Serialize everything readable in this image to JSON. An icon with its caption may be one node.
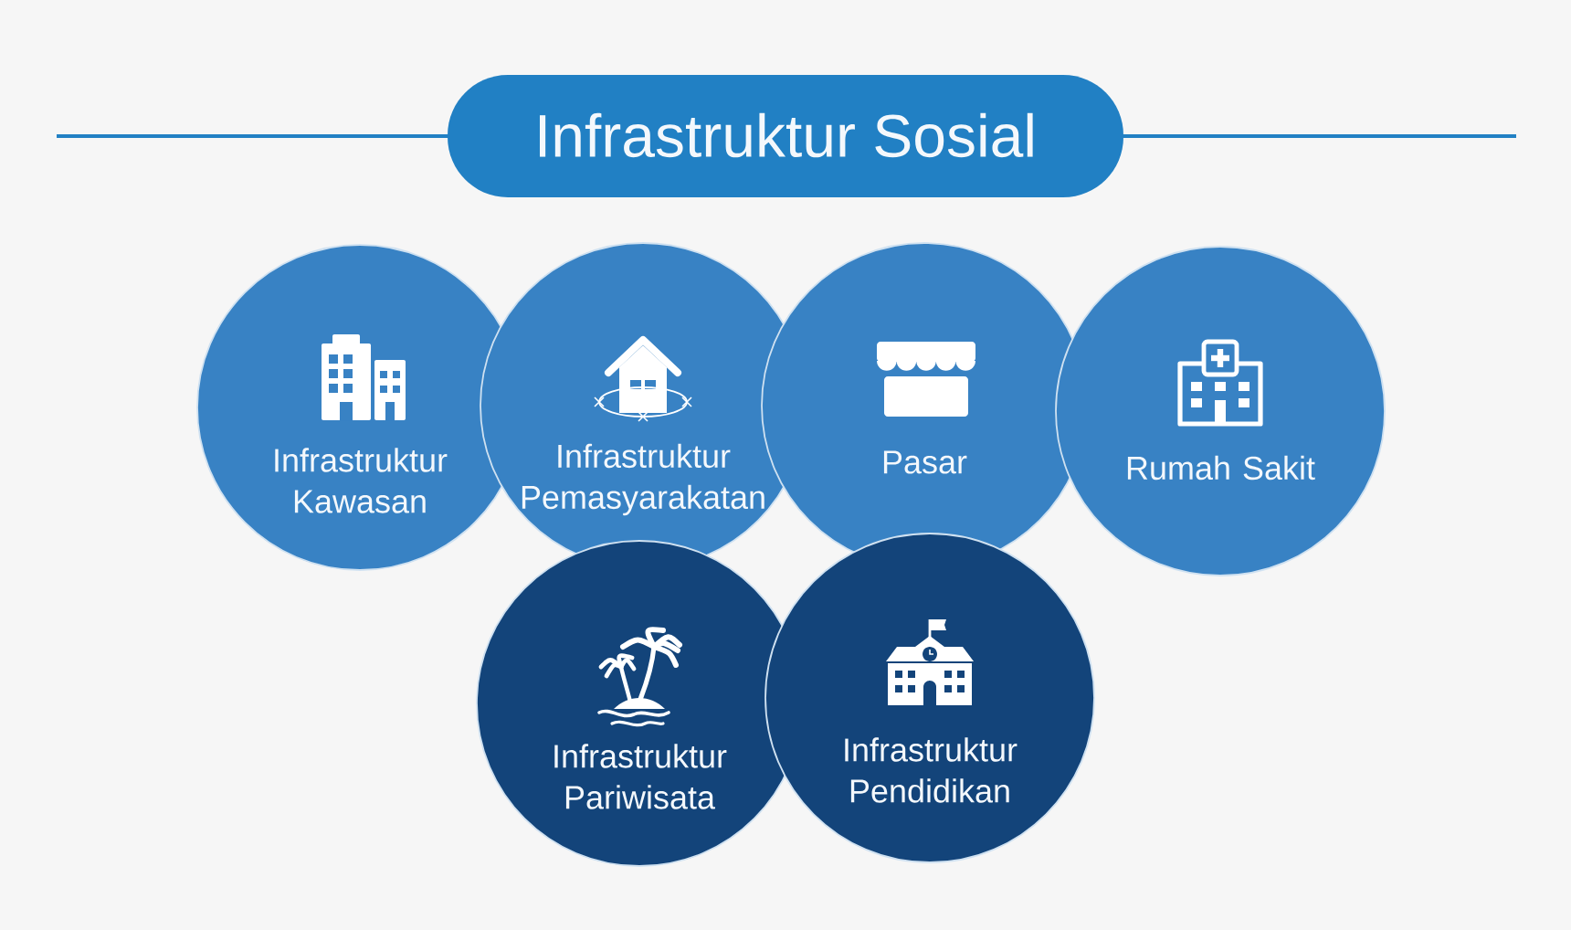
{
  "diagram": {
    "title": "Infrastruktur Sosial",
    "nodes": [
      {
        "text": [
          "Infrastruktur Kawasan"
        ]
      },
      {
        "text": [
          "Infrastruktur Pemasyarakatan"
        ]
      },
      {
        "text": [
          "Pasar"
        ]
      },
      {
        "text": [
          "Rumah Sakit"
        ]
      },
      {
        "text": [
          "Infrastruktur Pariwisata"
        ]
      },
      {
        "text": [
          "Infrastruktur Pendidikan"
        ]
      }
    ]
  }
}
